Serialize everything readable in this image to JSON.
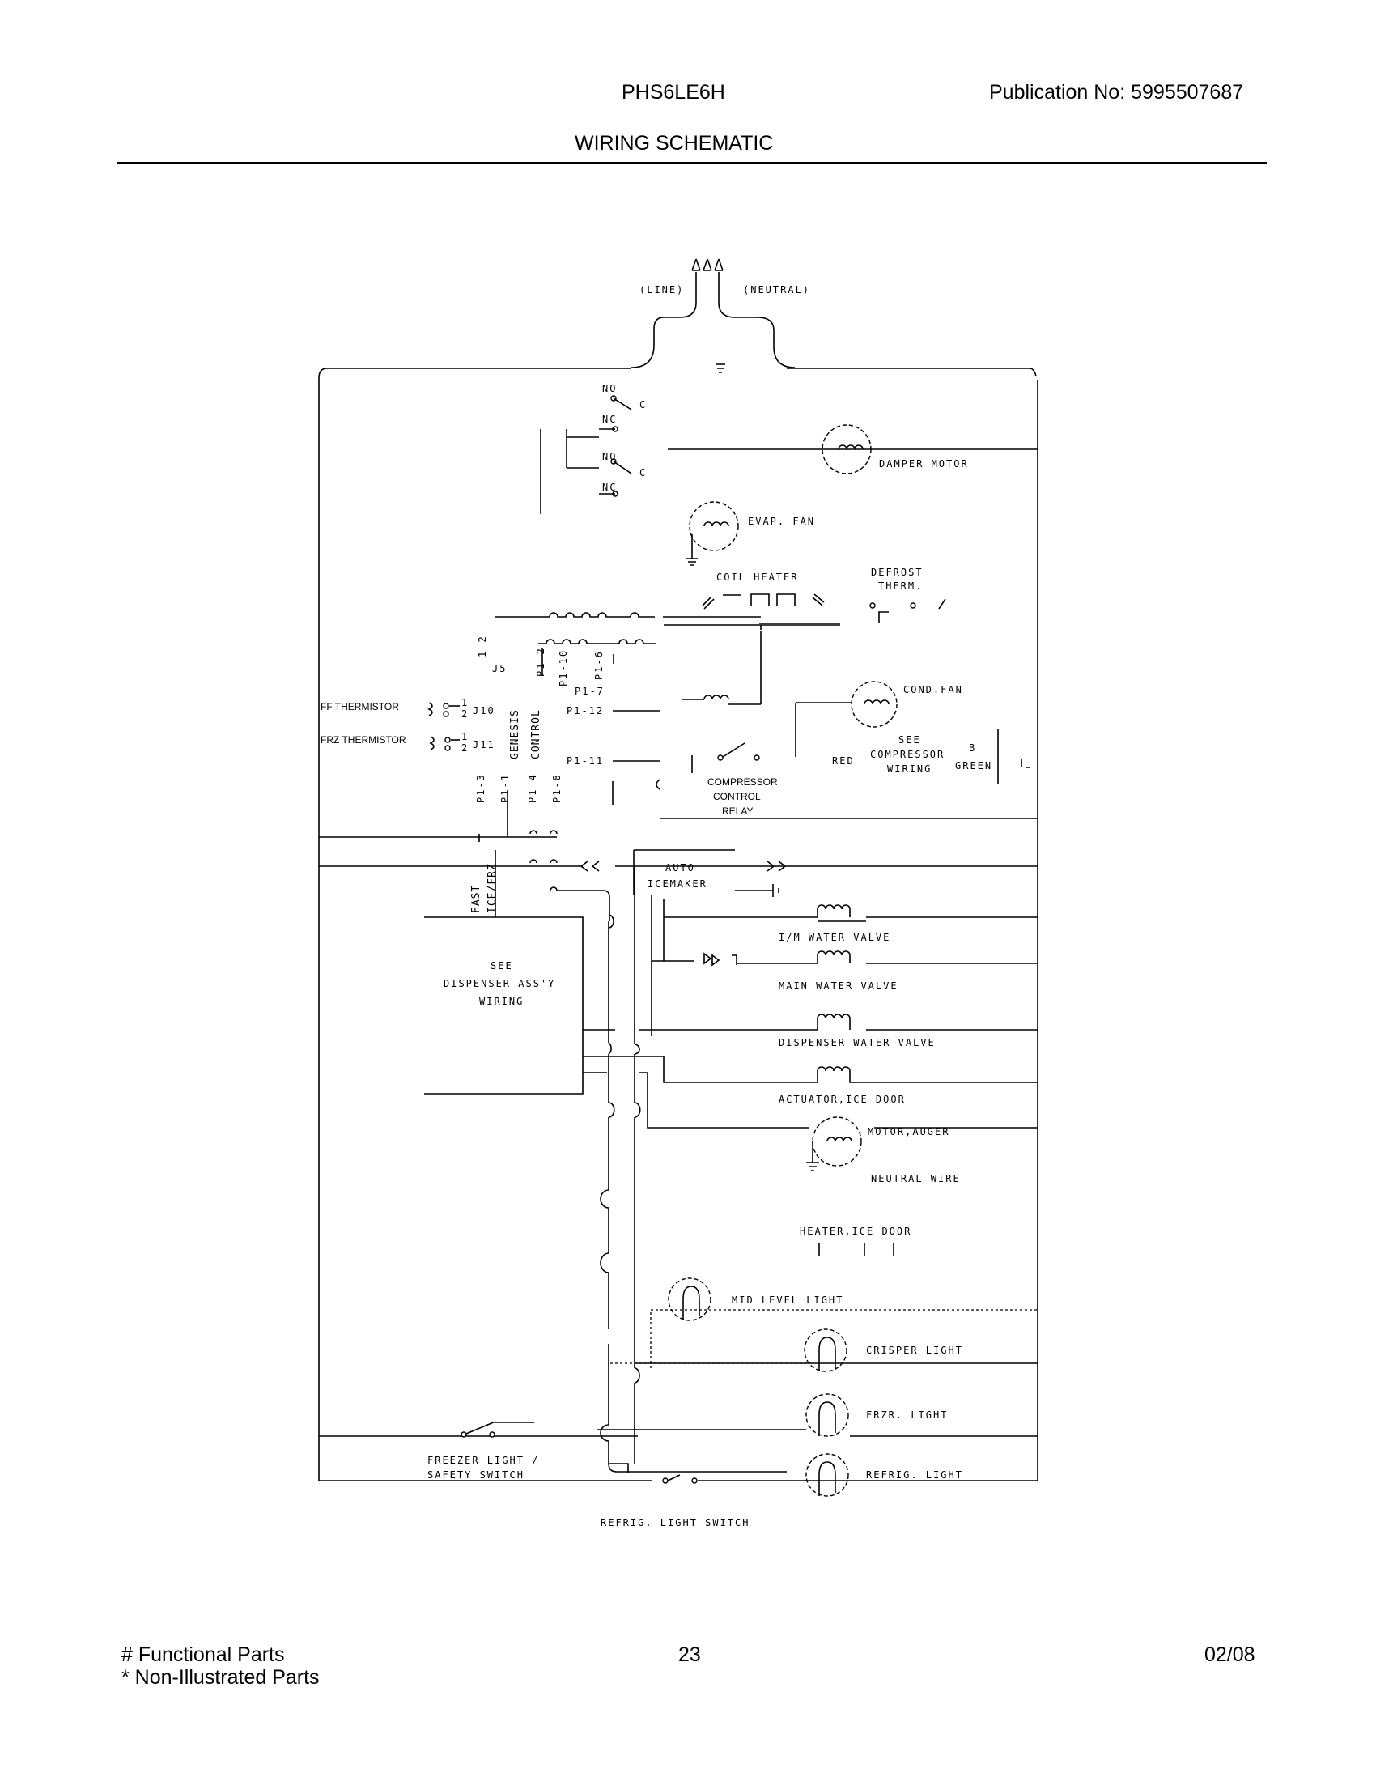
{
  "header": {
    "model": "PHS6LE6H",
    "publication_label": "Publication No:",
    "publication_number": "5995507687",
    "title": "WIRING SCHEMATIC"
  },
  "labels": {
    "line": "(LINE)",
    "neutral": "(NEUTRAL)",
    "no1": "NO",
    "c1": "C",
    "nc1": "NC",
    "no2": "NO",
    "c2": "C",
    "nc2": "NC",
    "damper_motor": "DAMPER MOTOR",
    "evap_fan": "EVAP. FAN",
    "coil_heater": "COIL HEATER",
    "defrost_therm_1": "DEFROST",
    "defrost_therm_2": "THERM.",
    "j5_pins": "1 2",
    "j5": "J5",
    "p1_2": "P1-2",
    "p1_10": "P1-10",
    "p1_6": "P1-6",
    "p1_7": "P1-7",
    "p1_12": "P1-12",
    "p1_11": "P1-11",
    "p1_3": "P1-3",
    "p1_1": "P1-1",
    "p1_4": "P1-4",
    "p1_8": "P1-8",
    "ff_thermistor": "FF THERMISTOR",
    "frz_thermistor": "FRZ THERMISTOR",
    "j10": "J10",
    "j11": "J11",
    "pin_1": "1",
    "pin_2": "2",
    "genesis": "GENESIS",
    "control": "CONTROL",
    "cond_fan": "COND.FAN",
    "see": "SEE",
    "compressor": "COMPRESSOR",
    "wiring": "WIRING",
    "red": "RED",
    "b": "B",
    "green": "GREEN",
    "compressor_relay_1": "COMPRESSOR",
    "compressor_relay_2": "CONTROL",
    "compressor_relay_3": "RELAY",
    "auto_icemaker_1": "AUTO",
    "auto_icemaker_2": "ICEMAKER",
    "fast_1": "FAST",
    "fast_2": "ICE/FRZ",
    "dispenser_1": "SEE",
    "dispenser_2": "DISPENSER ASS'Y",
    "dispenser_3": "WIRING",
    "im_water_valve": "I/M WATER VALVE",
    "main_water_valve": "MAIN WATER VALVE",
    "dispenser_water_valve": "DISPENSER WATER VALVE",
    "actuator_ice_door": "ACTUATOR,ICE DOOR",
    "motor_auger": "MOTOR,AUGER",
    "neutral_wire": "NEUTRAL WIRE",
    "heater_ice_door": "HEATER,ICE DOOR",
    "mid_level_light": "MID LEVEL LIGHT",
    "crisper_light": "CRISPER LIGHT",
    "frzr_light": "FRZR. LIGHT",
    "refrig_light": "REFRIG. LIGHT",
    "freezer_switch_1": "FREEZER LIGHT /",
    "freezer_switch_2": "SAFETY SWITCH",
    "refrig_light_switch": "REFRIG. LIGHT SWITCH"
  },
  "footer": {
    "functional_parts": "# Functional Parts",
    "non_illustrated": "* Non-Illustrated Parts",
    "page": "23",
    "date": "02/08"
  }
}
